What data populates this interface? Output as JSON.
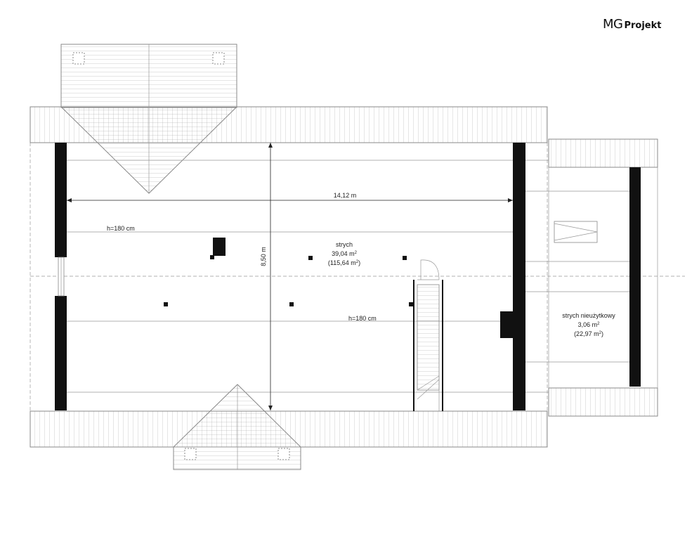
{
  "brand": {
    "mg": "MG",
    "projekt": "Projekt"
  },
  "dimensions": {
    "width": "14,12 m",
    "depth": "8,50 m"
  },
  "heights": {
    "left": "h=180 cm",
    "center": "h=180 cm"
  },
  "rooms": {
    "main": {
      "name": "strych",
      "area": "39,04 m",
      "area_sup": "2",
      "total": "(115,64 m",
      "total_sup": "2",
      "total_end": ")"
    },
    "side": {
      "name": "strych nieużytkowy",
      "area": "3,06 m",
      "area_sup": "2",
      "total": "(22,97 m",
      "total_sup": "2",
      "total_end": ")"
    }
  },
  "colors": {
    "wall": "#111111",
    "line": "#999999",
    "roof_hatch": "#aaaaaa"
  }
}
